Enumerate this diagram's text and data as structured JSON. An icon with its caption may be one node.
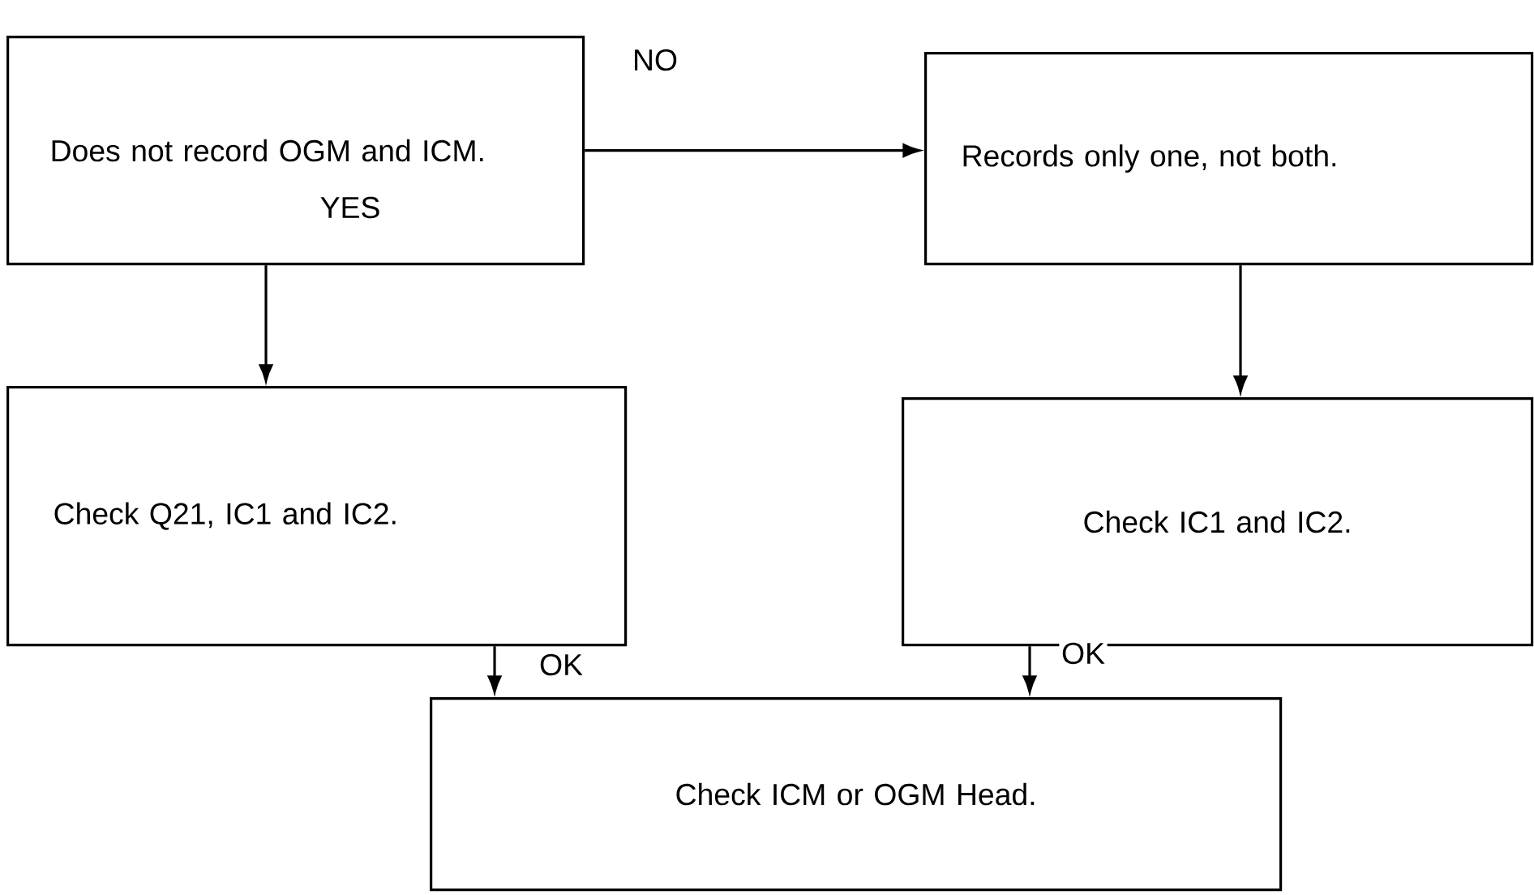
{
  "diagram": {
    "nodes": [
      {
        "text": [
          "Does not record OGM and ICM."
        ]
      },
      {
        "text": [
          "Records only one, not both."
        ]
      },
      {
        "text": [
          "Check Q21, IC1 and IC2."
        ]
      },
      {
        "text": [
          "Check IC1 and IC2."
        ]
      },
      {
        "text": [
          "Check ICM or OGM Head."
        ]
      }
    ],
    "edges": [
      {
        "from": 0,
        "to": 1,
        "arrow": "to",
        "label": "NO"
      },
      {
        "from": 0,
        "to": 2,
        "arrow": "to",
        "label": "YES"
      },
      {
        "from": 1,
        "to": 3,
        "arrow": "to"
      },
      {
        "from": 2,
        "to": 4,
        "arrow": "to",
        "label": "OK"
      },
      {
        "from": 3,
        "to": 4,
        "arrow": "to",
        "label": "OK"
      }
    ]
  }
}
